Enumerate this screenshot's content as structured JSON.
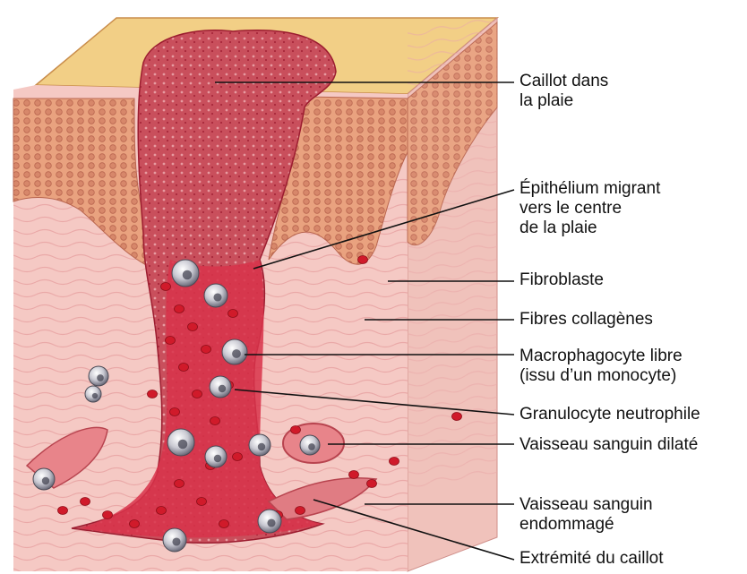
{
  "colors": {
    "skin_surface": "#f2cf86",
    "dermis": "#f5c9c4",
    "dermis_fiber": "#e79a9a",
    "clot": "#d8334a",
    "clot_dark": "#b01c32",
    "epithelium": "#c9595c",
    "blood_cell": "#d01a2a",
    "leader_line": "#111111"
  },
  "labels": [
    {
      "id": "caillot",
      "lines": [
        "Caillot dans",
        "la plaie"
      ]
    },
    {
      "id": "epithelium",
      "lines": [
        "Épithélium migrant",
        "vers le centre",
        "de la plaie"
      ]
    },
    {
      "id": "fibroblaste",
      "lines": [
        "Fibroblaste"
      ]
    },
    {
      "id": "fibres",
      "lines": [
        "Fibres collagènes"
      ]
    },
    {
      "id": "macrophagocyte",
      "lines": [
        "Macrophagocyte libre",
        "(issu d’un monocyte)"
      ]
    },
    {
      "id": "granulocyte",
      "lines": [
        "Granulocyte neutrophile"
      ]
    },
    {
      "id": "vaisseau-dilate",
      "lines": [
        "Vaisseau sanguin dilaté"
      ]
    },
    {
      "id": "vaisseau-endommage",
      "lines": [
        "Vaisseau sanguin",
        "endommagé"
      ]
    },
    {
      "id": "extremite",
      "lines": [
        "Extrémité du caillot"
      ]
    }
  ]
}
